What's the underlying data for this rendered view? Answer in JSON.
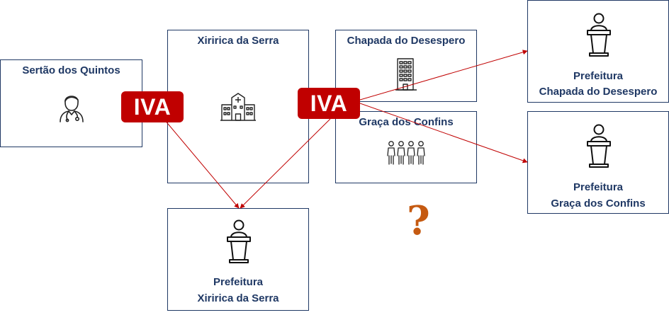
{
  "nodes": {
    "sertao": {
      "label": "Sertão dos Quintos",
      "icon": "doctor-icon"
    },
    "xiririca": {
      "label": "Xiririca da Serra",
      "icon": "hospital-icon"
    },
    "chapada": {
      "label": "Chapada do Desespero",
      "icon": "office-building-icon"
    },
    "graca": {
      "label": "Graça dos Confins",
      "icon": "people-group-icon"
    },
    "pref_xiririca": {
      "line1": "Prefeitura",
      "line2": "Xiririca da Serra",
      "icon": "podium-speaker-icon"
    },
    "pref_chapada": {
      "line1": "Prefeitura",
      "line2": "Chapada do Desespero",
      "icon": "podium-speaker-icon"
    },
    "pref_graca": {
      "line1": "Prefeitura",
      "line2": "Graça dos Confins",
      "icon": "podium-speaker-icon"
    }
  },
  "badges": {
    "iva_left": "IVA",
    "iva_right": "IVA"
  },
  "question_mark": "?",
  "colors": {
    "border": "#1f3864",
    "badge": "#c00000",
    "arrow": "#c00000",
    "question": "#c55a11"
  }
}
